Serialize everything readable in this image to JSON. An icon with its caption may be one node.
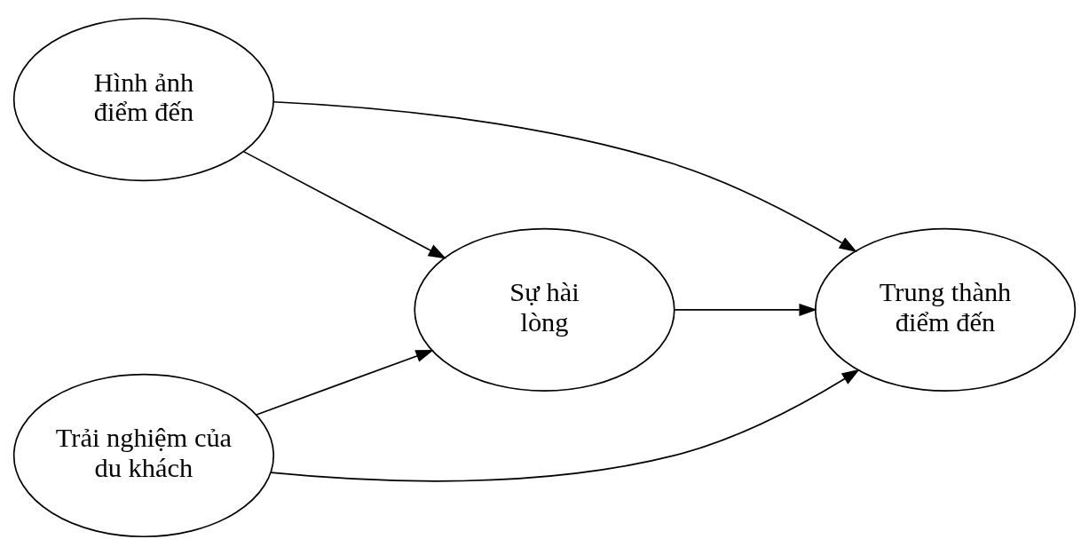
{
  "diagram": {
    "nodes": [
      {
        "text": [
          "Hình ảnh điểm đến"
        ]
      },
      {
        "text": [
          "Sự hài lòng"
        ]
      },
      {
        "text": [
          "Trung thành điểm đến"
        ]
      },
      {
        "text": [
          "Trải nghiệm của du khách"
        ]
      }
    ],
    "edges": [
      {
        "from": 0,
        "to": 1,
        "arrow": "to"
      },
      {
        "from": 0,
        "to": 2,
        "arrow": "to"
      },
      {
        "from": 1,
        "to": 2,
        "arrow": "to"
      },
      {
        "from": 3,
        "to": 1,
        "arrow": "to"
      },
      {
        "from": 3,
        "to": 2,
        "arrow": "to"
      }
    ]
  }
}
